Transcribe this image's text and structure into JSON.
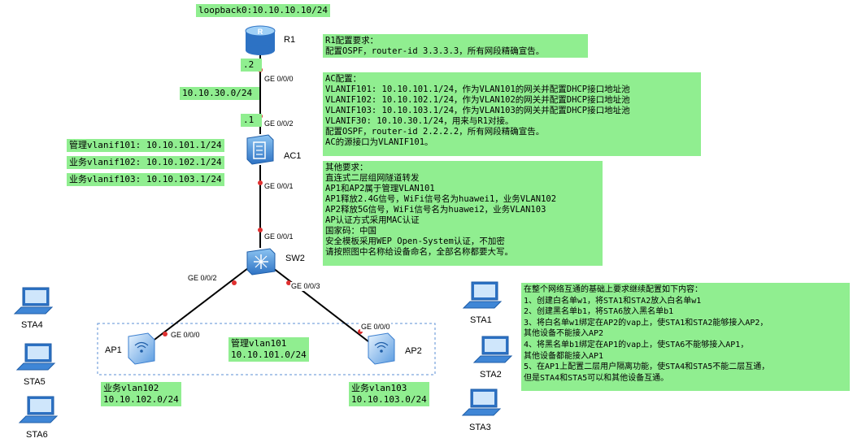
{
  "devices": {
    "r1": "R1",
    "ac1": "AC1",
    "sw2": "SW2",
    "ap1": "AP1",
    "ap2": "AP2",
    "sta1": "STA1",
    "sta2": "STA2",
    "sta3": "STA3",
    "sta4": "STA4",
    "sta5": "STA5",
    "sta6": "STA6"
  },
  "labels": {
    "loopback": "loopback0:10.10.10.10/24",
    "r1_ip": ".2",
    "ac1_ip": ".1",
    "link_net": "10.10.30.0/24",
    "mgmt_vlanif": "管理vlanif101: 10.10.101.1/24",
    "svc_vlanif102": "业务vlanif102: 10.10.102.1/24",
    "svc_vlanif103": "业务vlanif103: 10.10.103.1/24",
    "mgmt_vlan_title": "管理vlan101",
    "mgmt_vlan_net": "10.10.101.0/24",
    "svc_vlan102_title": "业务vlan102",
    "svc_vlan102_net": "10.10.102.0/24",
    "svc_vlan103_title": "业务vlan103",
    "svc_vlan103_net": "10.10.103.0/24"
  },
  "ports": {
    "r1_ge000": "GE 0/0/0",
    "ac1_ge002": "GE 0/0/2",
    "ac1_ge001": "GE 0/0/1",
    "sw2_ge001": "GE 0/0/1",
    "sw2_ge002": "GE 0/0/2",
    "sw2_ge003": "GE 0/0/3",
    "ap1_ge000": "GE 0/0/0",
    "ap2_ge000": "GE 0/0/0"
  },
  "r1_box": [
    "R1配置要求：",
    "配置OSPF，router-id 3.3.3.3，所有网段精确宣告。"
  ],
  "ac_box": [
    "AC配置：",
    "VLANIF101: 10.10.101.1/24，作为VLAN101的网关并配置DHCP接口地址池",
    "VLANIF102: 10.10.102.1/24，作为VLAN102的网关并配置DHCP接口地址池",
    "VLANIF103: 10.10.103.1/24，作为VLAN103的网关并配置DHCP接口地址池",
    "VLANIF30: 10.10.30.1/24，用来与R1对接。",
    "配置OSPF，router-id 2.2.2.2，所有网段精确宣告。",
    "AC的源接口为VLANIF101。"
  ],
  "other_box": [
    "其他要求：",
    "直连式二层组网隧道转发",
    "AP1和AP2属于管理VLAN101",
    "AP1释放2.4G信号，WiFi信号名为huawei1，业务VLAN102",
    "AP2释放5G信号，WiFi信号名为huawei2，业务VLAN103",
    "AP认证方式采用MAC认证",
    "国家码：中国",
    "安全模板采用WEP Open-System认证，不加密",
    "请按照图中名称给设备命名，全部名称都要大写。"
  ],
  "extra_box": [
    "在整个网络互通的基础上要求继续配置如下内容：",
    "1、创建白名单w1，将STA1和STA2放入白名单w1",
    "2、创建黑名单b1，将STA6放入黑名单b1",
    "3、将白名单w1绑定在AP2的vap上，使STA1和STA2能够接入AP2，",
    "其他设备不能接入AP2",
    "4、将黑名单b1绑定在AP1的vap上，使STA6不能够接入AP1，",
    "其他设备都能接入AP1",
    "5、在AP1上配置二层用户隔离功能，使STA4和STA5不能二层互通，",
    "但是STA4和STA5可以和其他设备互通。"
  ],
  "colors": {
    "note_bg": "#90EE90",
    "device_blue": "#4a8fd8",
    "link_dot": "#e03030",
    "link_line": "#000000",
    "vlan_dash": "#5b8fd6"
  }
}
